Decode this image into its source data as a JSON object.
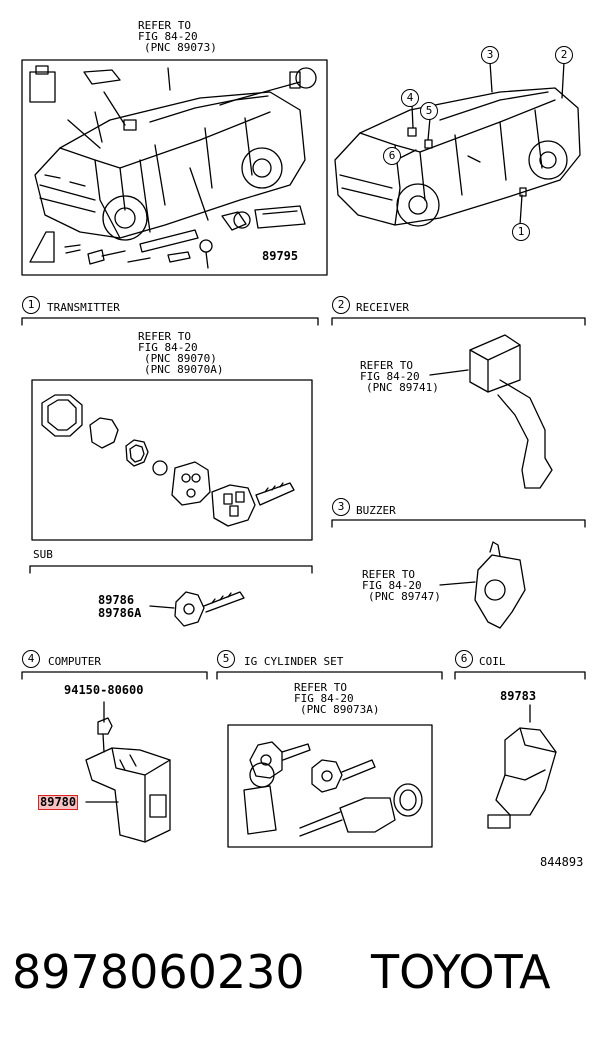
{
  "overview": {
    "ref_left": {
      "line1": "REFER TO",
      "line2": "FIG 84-20",
      "line3": "(PNC 89073)"
    },
    "part_89795": "89795",
    "callouts": [
      "1",
      "2",
      "3",
      "4",
      "5",
      "6"
    ]
  },
  "sections": {
    "transmitter": {
      "num": "1",
      "title": "TRANSMITTER",
      "ref": {
        "line1": "REFER TO",
        "line2": "FIG 84-20",
        "line3": "(PNC 89070)",
        "line4": "(PNC 89070A)"
      }
    },
    "receiver": {
      "num": "2",
      "title": "RECEIVER",
      "ref": {
        "line1": "REFER TO",
        "line2": "FIG 84-20",
        "line3": "(PNC 89741)"
      }
    },
    "buzzer": {
      "num": "3",
      "title": "BUZZER",
      "ref": {
        "line1": "REFER TO",
        "line2": "FIG 84-20",
        "line3": "(PNC 89747)"
      }
    },
    "sub": {
      "title": "SUB",
      "parts": [
        "89786",
        "89786A"
      ]
    },
    "computer": {
      "num": "4",
      "title": "COMPUTER",
      "bolt_part": "94150-80600",
      "main_part": "89780"
    },
    "ig_cylinder": {
      "num": "5",
      "title": "IG CYLINDER SET",
      "ref": {
        "line1": "REFER TO",
        "line2": "FIG 84-20",
        "line3": "(PNC 89073A)"
      }
    },
    "coil": {
      "num": "6",
      "title": "COIL",
      "part": "89783"
    }
  },
  "diagram_id": "844893",
  "footer": {
    "part_number": "8978060230",
    "brand": "TOYOTA"
  },
  "colors": {
    "highlight_fill": "#f4c2c2",
    "highlight_border": "#dd2222"
  }
}
